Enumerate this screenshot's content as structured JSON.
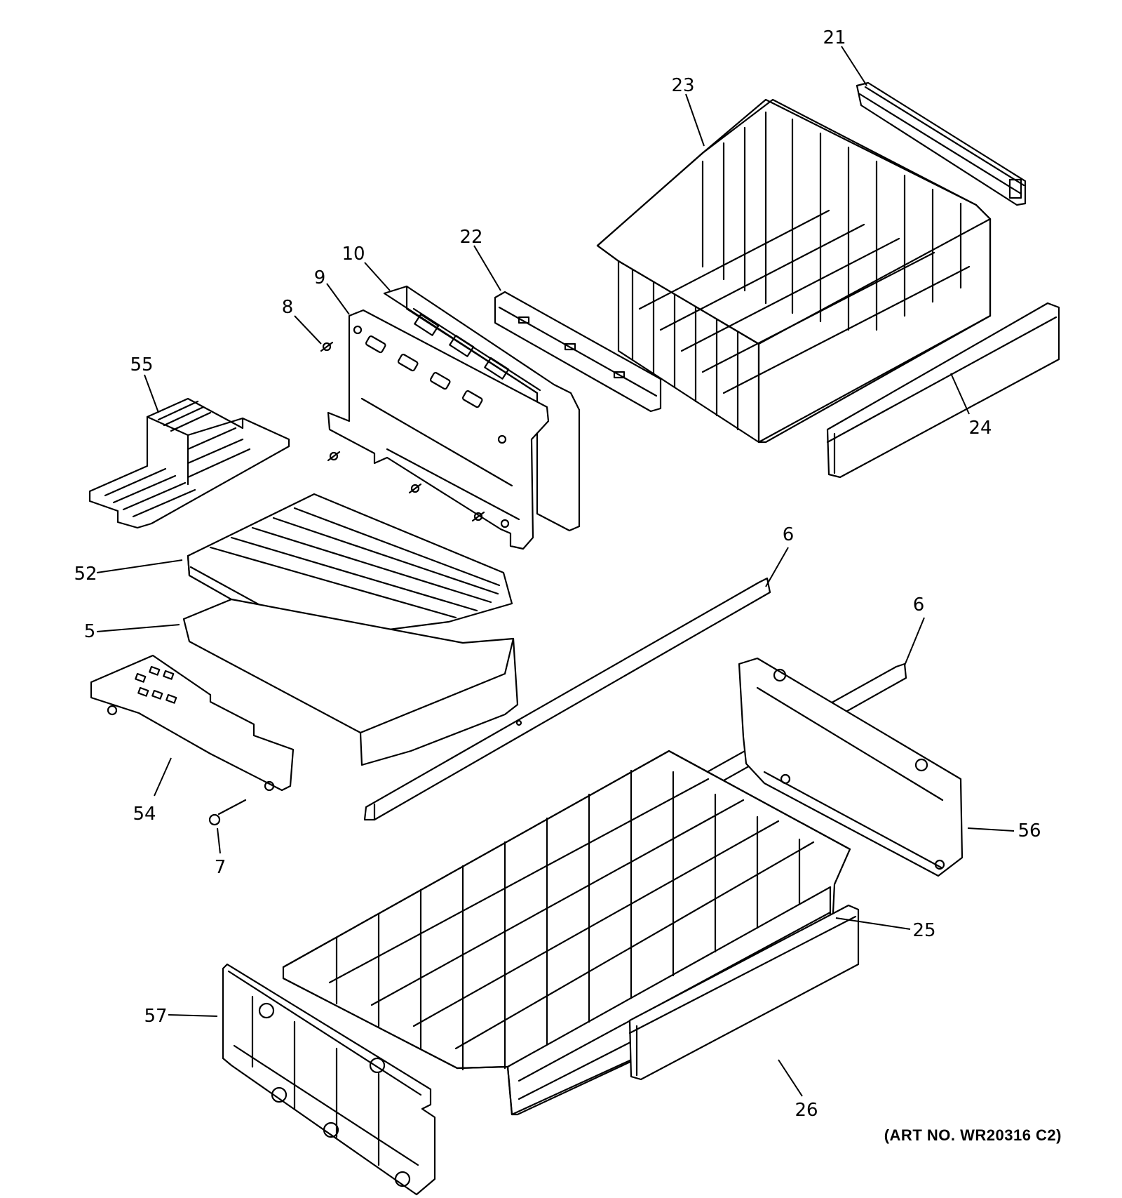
{
  "diagram": {
    "callouts": {
      "c21": "21",
      "c23": "23",
      "c22": "22",
      "c10": "10",
      "c9": "9",
      "c8": "8",
      "c55": "55",
      "c24": "24",
      "c52": "52",
      "c5": "5",
      "c6a": "6",
      "c6b": "6",
      "c54": "54",
      "c7": "7",
      "c56": "56",
      "c25": "25",
      "c57": "57",
      "c26": "26"
    },
    "art_number": "(ART NO. WR20316 C2)"
  }
}
